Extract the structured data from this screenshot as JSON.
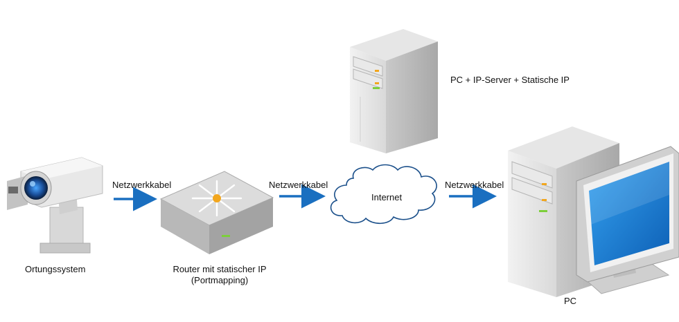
{
  "diagram": {
    "nodes": {
      "camera": {
        "label": "Ortungssystem",
        "icon": "ptz-camera-icon"
      },
      "router": {
        "label_line1": "Router mit statischer IP",
        "label_line2": "(Portmapping)",
        "icon": "router-switch-icon"
      },
      "internet": {
        "label": "Internet",
        "icon": "cloud-icon"
      },
      "server": {
        "label": "PC + IP-Server + Statische IP",
        "icon": "server-tower-icon"
      },
      "pc": {
        "label": "PC",
        "icon": "desktop-pc-icon"
      }
    },
    "links": [
      {
        "label": "Netzwerkkabel",
        "from": "camera",
        "to": "router"
      },
      {
        "label": "Netzwerkkabel",
        "from": "router",
        "to": "internet"
      },
      {
        "label": "Netzwerkkabel",
        "from": "internet",
        "to": "pc"
      }
    ],
    "colors": {
      "arrow": "#1a6fc0",
      "led_green": "#7ccf3a",
      "led_orange": "#f2a61d",
      "screen_blue": "#1d7fd8"
    }
  }
}
